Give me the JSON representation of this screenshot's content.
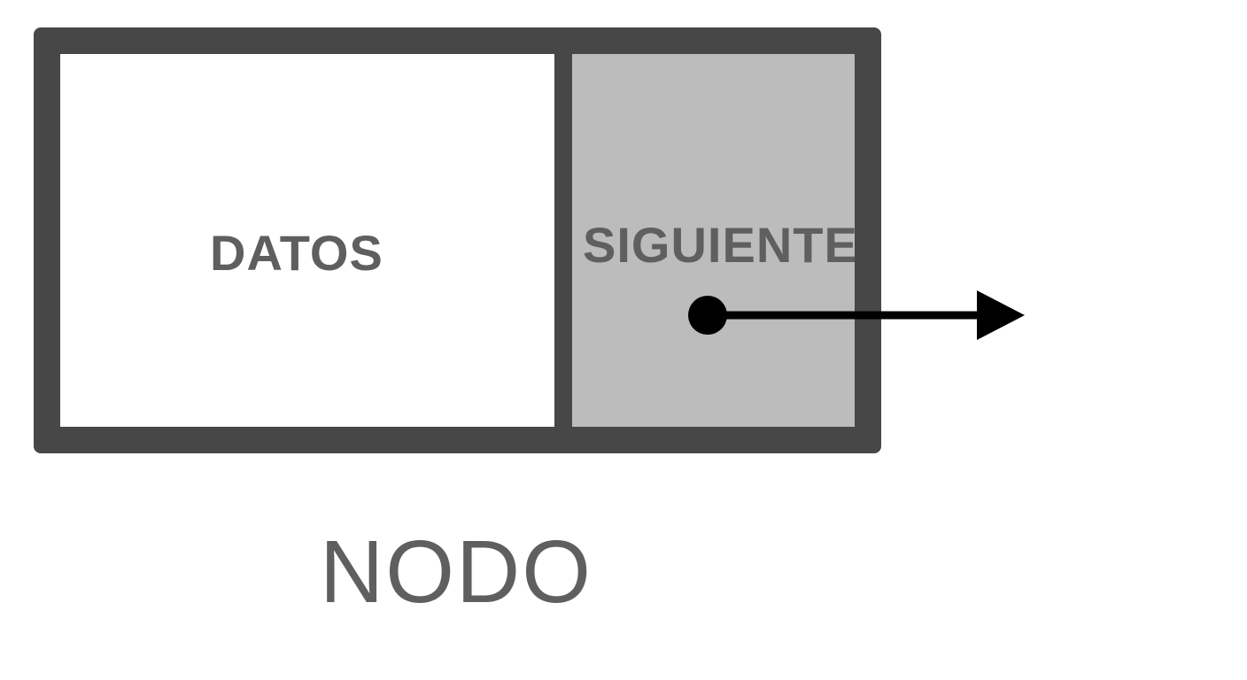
{
  "diagram": {
    "node": {
      "data_label": "DATOS",
      "next_label": "SIGUIENTE"
    },
    "caption": "NODO"
  },
  "colors": {
    "border": "#474747",
    "next_cell_fill": "#bcbcbc",
    "text": "#5f5f5f",
    "pointer": "#000000"
  }
}
